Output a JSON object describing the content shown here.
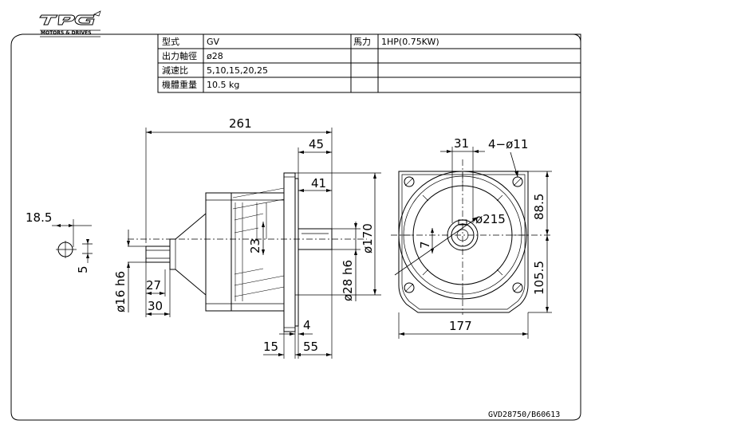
{
  "logo": {
    "mark": "TPG",
    "tagline": "MOTORS & DRIVES"
  },
  "spec_table": {
    "rows": [
      {
        "label": "型式",
        "value": "GV",
        "label2": "馬力",
        "value2": "1HP(0.75KW)"
      },
      {
        "label": "出力軸徑",
        "value": "ø28",
        "label2": "",
        "value2": ""
      },
      {
        "label": "減速比",
        "value": "5,10,15,20,25",
        "label2": "",
        "value2": ""
      },
      {
        "label": "機體重量",
        "value": "10.5 kg",
        "label2": "",
        "value2": ""
      }
    ]
  },
  "dimensions": {
    "overall_length": "261",
    "flange_to_end": "45",
    "shaft_41": "41",
    "keyway_23": "23",
    "flange_dia": "ø170",
    "shaft_dia": "ø28 h6",
    "input_shaft": "ø16 h6",
    "input_27": "27",
    "input_30": "30",
    "flange_thk": "4",
    "offset_15": "15",
    "offset_55": "55",
    "small_18_5": "18.5",
    "small_5": "5",
    "key_31": "31",
    "holes": "4−ø11",
    "pcd": "ø215",
    "key_7": "7",
    "upper_88_5": "88.5",
    "lower_105_5": "105.5",
    "width_177": "177"
  },
  "drawing_number": "GVD28750/B60613"
}
